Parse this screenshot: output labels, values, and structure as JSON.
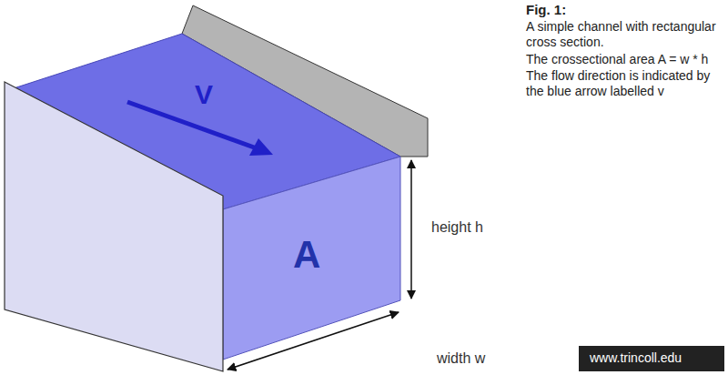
{
  "diagram": {
    "title": "Fig. 1:",
    "labels": [
      "A simple channel with rectangular cross section.",
      "The crossectional area A = w * h",
      "The flow direction is indicated by the blue arrow labelled v",
      "V",
      "A",
      "height h",
      "width w",
      "www.trincoll.edu"
    ]
  }
}
